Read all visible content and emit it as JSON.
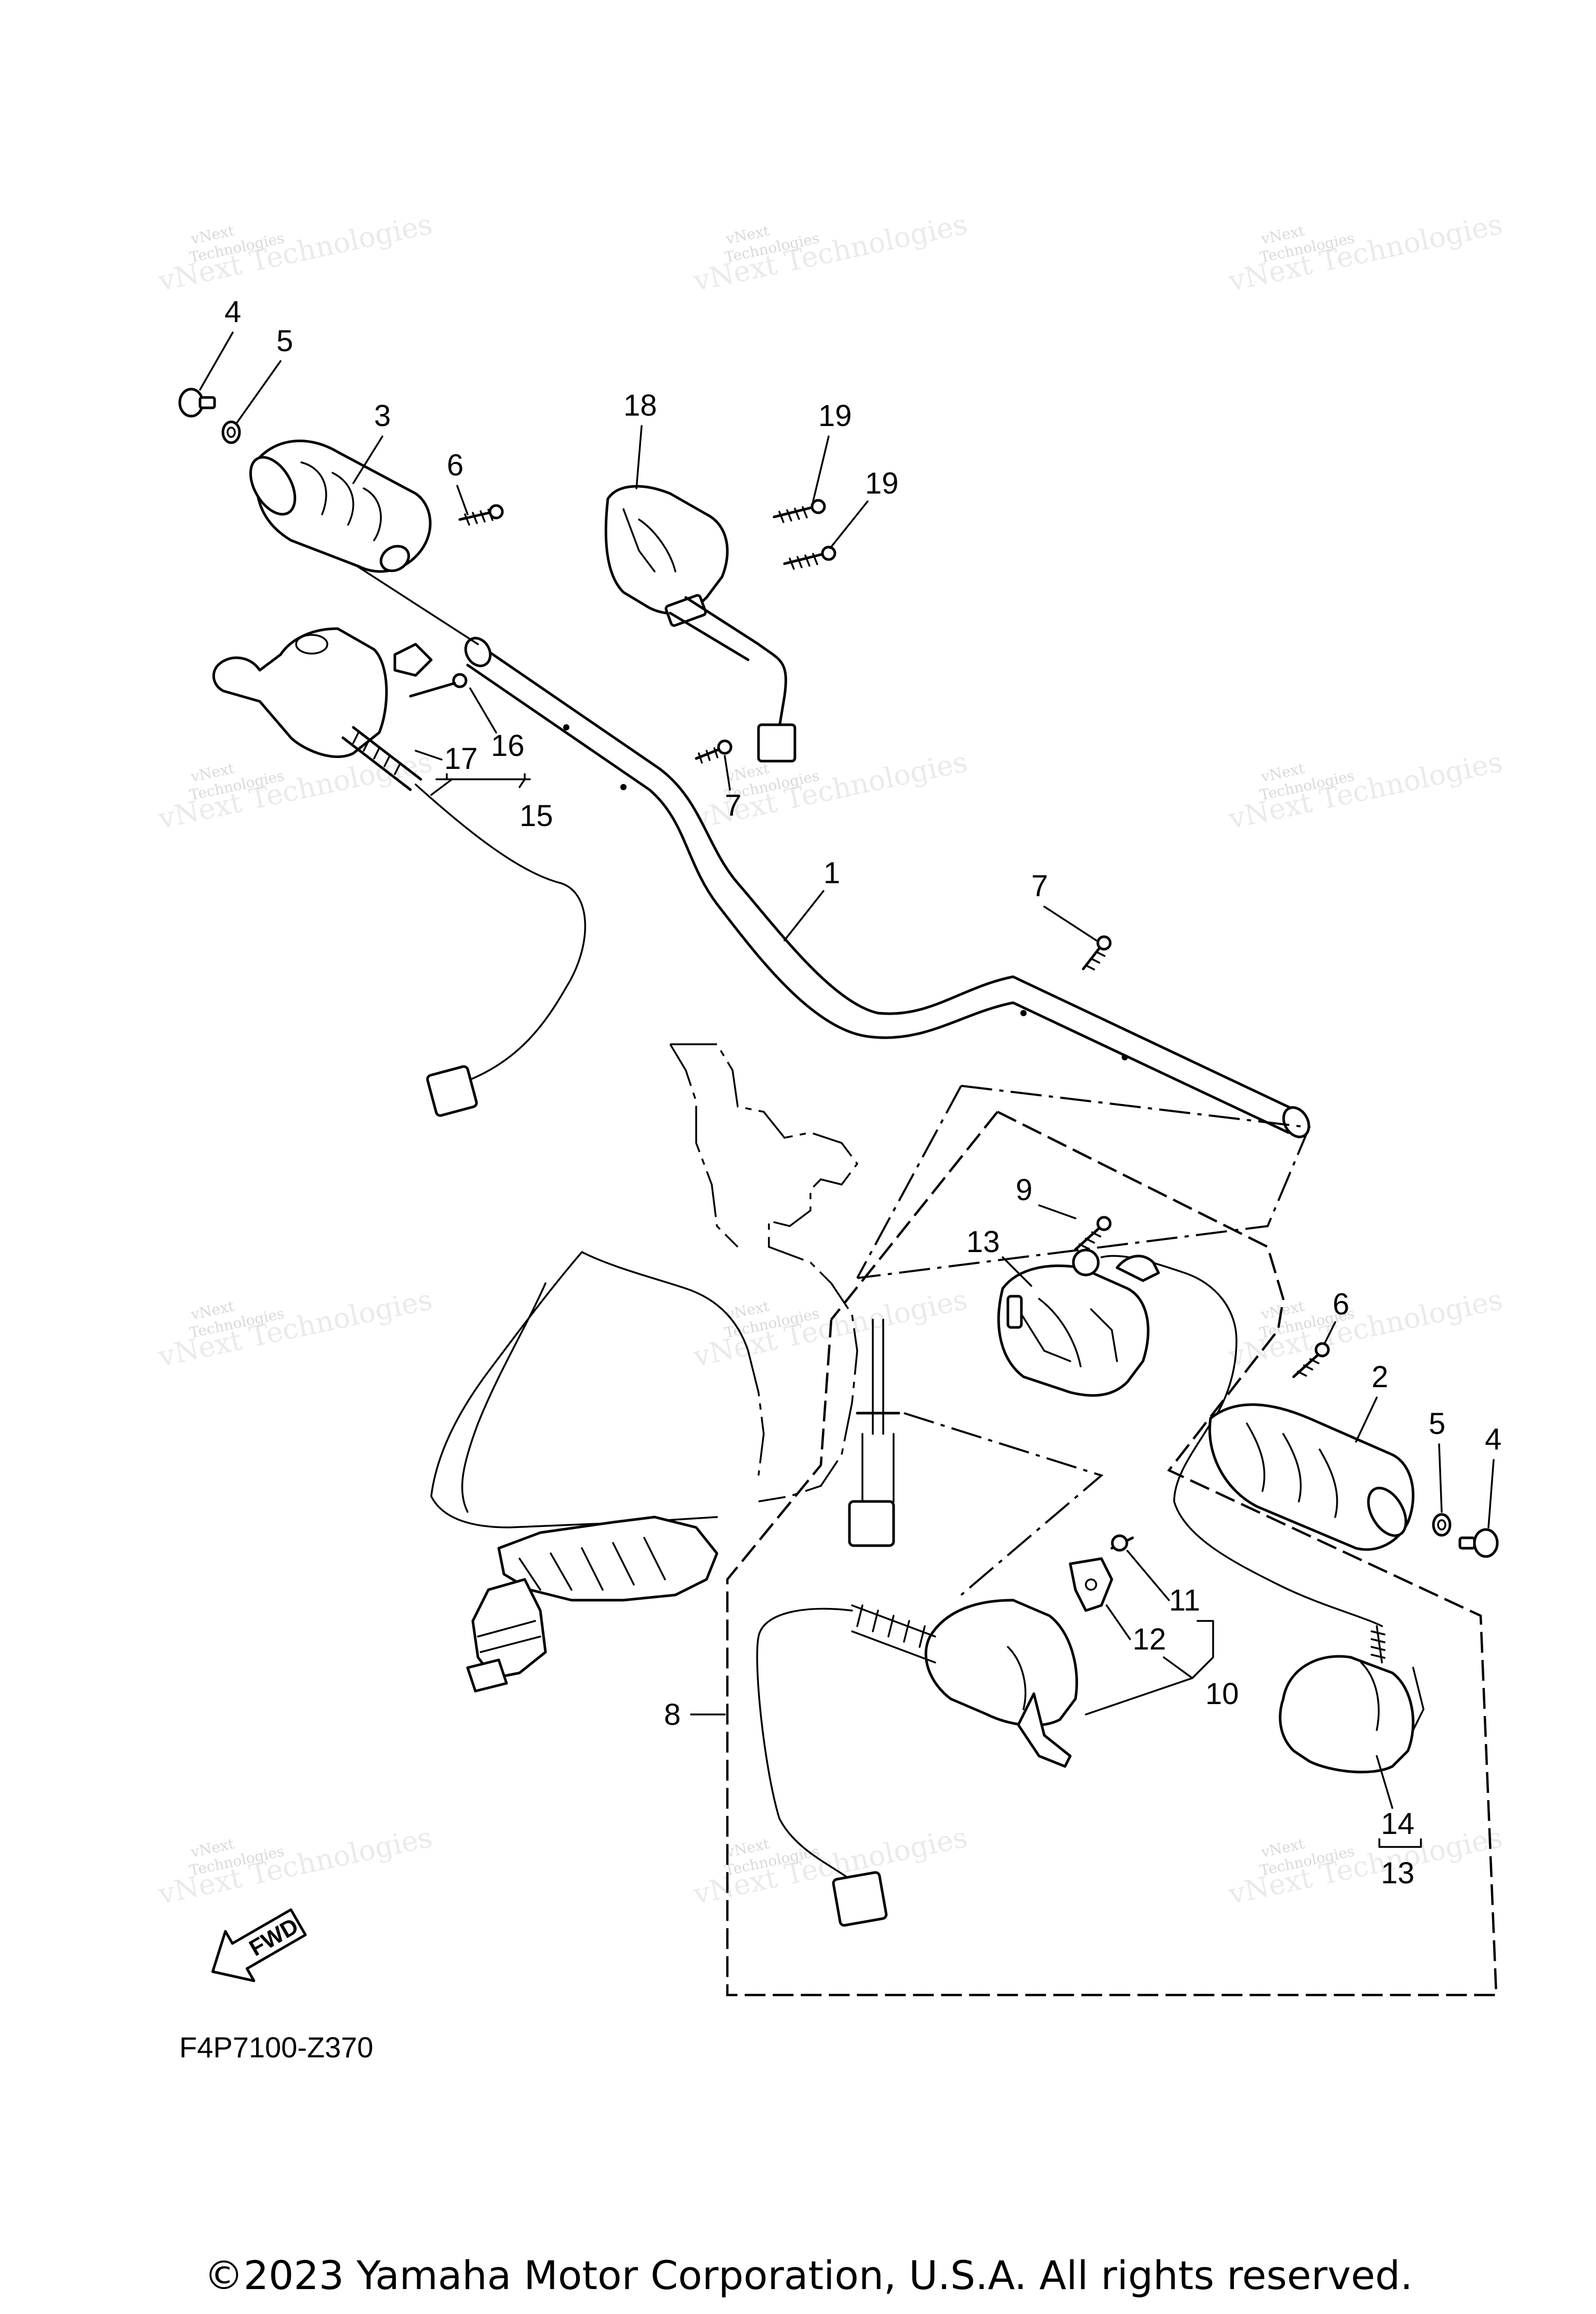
{
  "diagram": {
    "figure_code": "F4P7100-Z370",
    "fwd_label": "FWD",
    "watermark": {
      "line1": "vNext",
      "line2": "Technologies",
      "big": "vNext Technologies"
    },
    "copyright": "©2023 Yamaha Motor Corporation, U.S.A. All rights reserved.",
    "callouts": [
      "4",
      "5",
      "3",
      "6",
      "18",
      "19",
      "19",
      "17",
      "16",
      "15",
      "7",
      "1",
      "7",
      "9",
      "13",
      "6",
      "2",
      "5",
      "4",
      "11",
      "12",
      "10",
      "8",
      "14",
      "13"
    ]
  }
}
